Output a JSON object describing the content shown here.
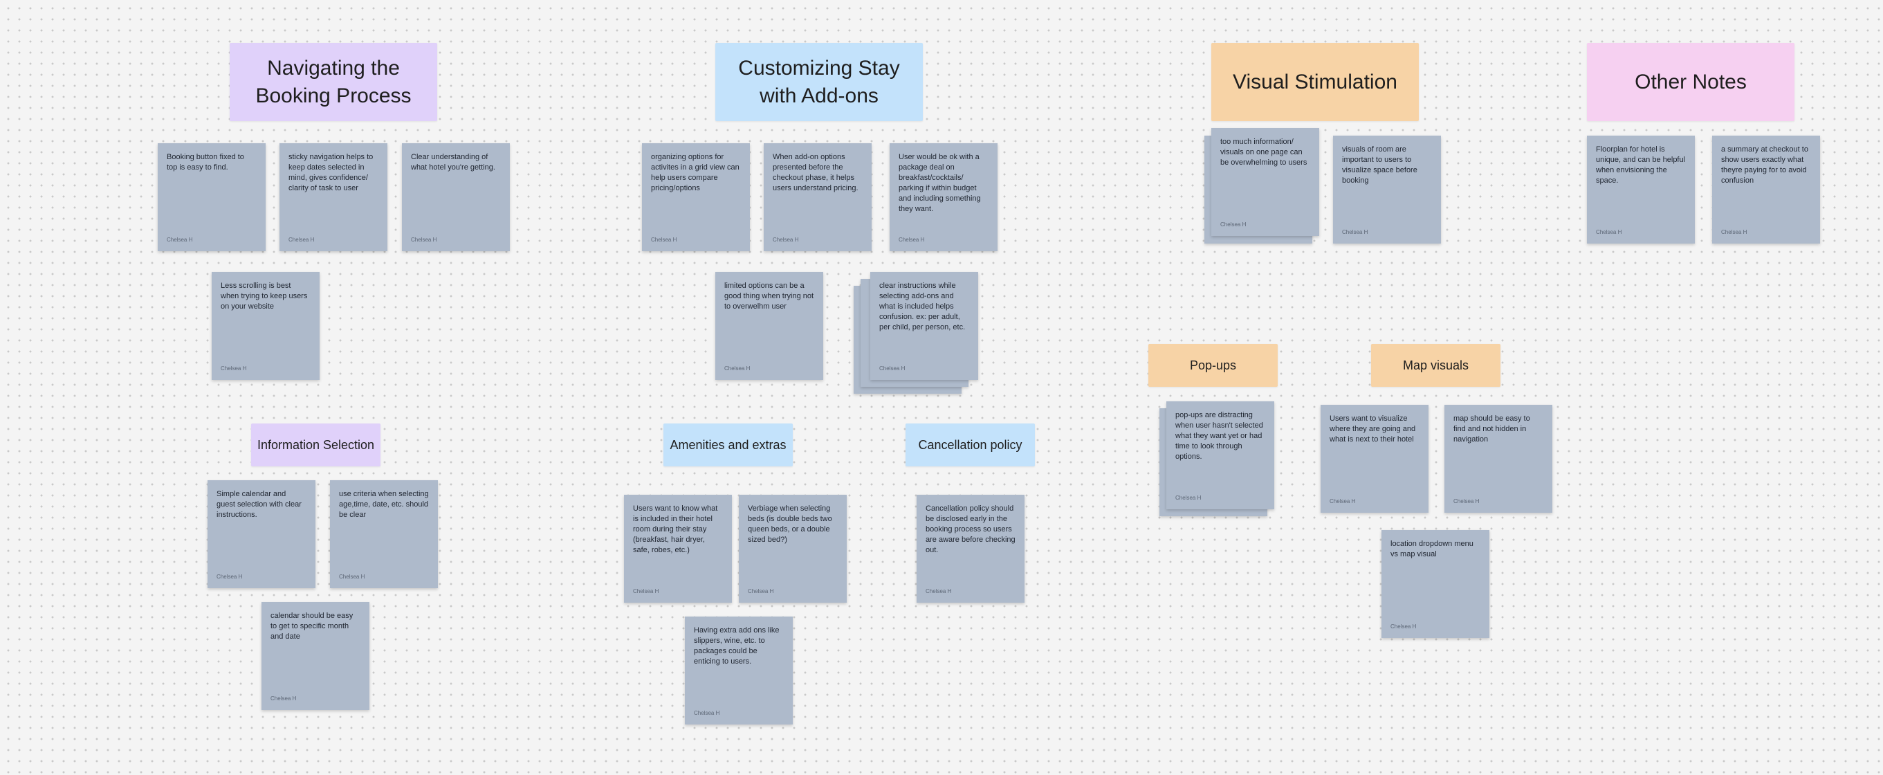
{
  "headers": {
    "booking": "Navigating the Booking Process",
    "addons": "Customizing Stay with Add-ons",
    "visual": "Visual Stimulation",
    "other": "Other Notes",
    "info": "Information Selection",
    "amenities": "Amenities and extras",
    "cancel": "Cancellation policy",
    "popups": "Pop-ups",
    "map": "Map visuals"
  },
  "author": "Chelsea H",
  "notes": {
    "b1": "Booking button fixed to top is easy to find.",
    "b2": "sticky navigation helps to keep dates selected in mind, gives confidence/ clarity of task to user",
    "b3": "Clear understanding of what hotel you're getting.",
    "b4": "Less scrolling is best when trying to keep users on your website",
    "a1": "organizing options for activites in a grid view can help users compare pricing/options",
    "a2": "When add-on options presented before the checkout phase, it helps users understand pricing.",
    "a3": "User would be ok with a package deal on breakfast/cocktails/ parking if within budget and including something they want.",
    "a4": "limited options can be a good thing when trying not to overwelhm user",
    "a5": "clear instructions while selecting add-ons and what is included helps confusion. ex: per adult, per child, per person, etc.",
    "v1": "too much information/ visuals on one page can be overwhelming to users",
    "v2": "visuals of room are important to users to visualize space before booking",
    "o1": "Floorplan for hotel is unique, and can be helpful when envisioning the space.",
    "o2": "a summary at checkout to show users exactly what theyre paying for to avoid confusion",
    "i1": "Simple calendar and guest selection with clear instructions.",
    "i2": "use criteria when selecting age,time, date, etc. should be clear",
    "i3": "calendar should be easy to get to specific month and date",
    "am1": "Users want to know what is included in their hotel room during their stay (breakfast, hair dryer, safe, robes, etc.)",
    "am2": "Verbiage when selecting beds (is double beds two queen beds, or a double sized bed?)",
    "am3": "Having extra add ons like slippers, wine, etc. to packages could be enticing to users.",
    "c1": "Cancellation policy should be disclosed early in the booking process so users are aware before checking out.",
    "p1": "pop-ups are distracting when user hasn't selected what they want yet or had time to look through options.",
    "m1": "Users want to visualize where they are going and what is next to their hotel",
    "m2": "map should be easy to find and not hidden in navigation",
    "m3": "location dropdown menu vs map visual"
  }
}
